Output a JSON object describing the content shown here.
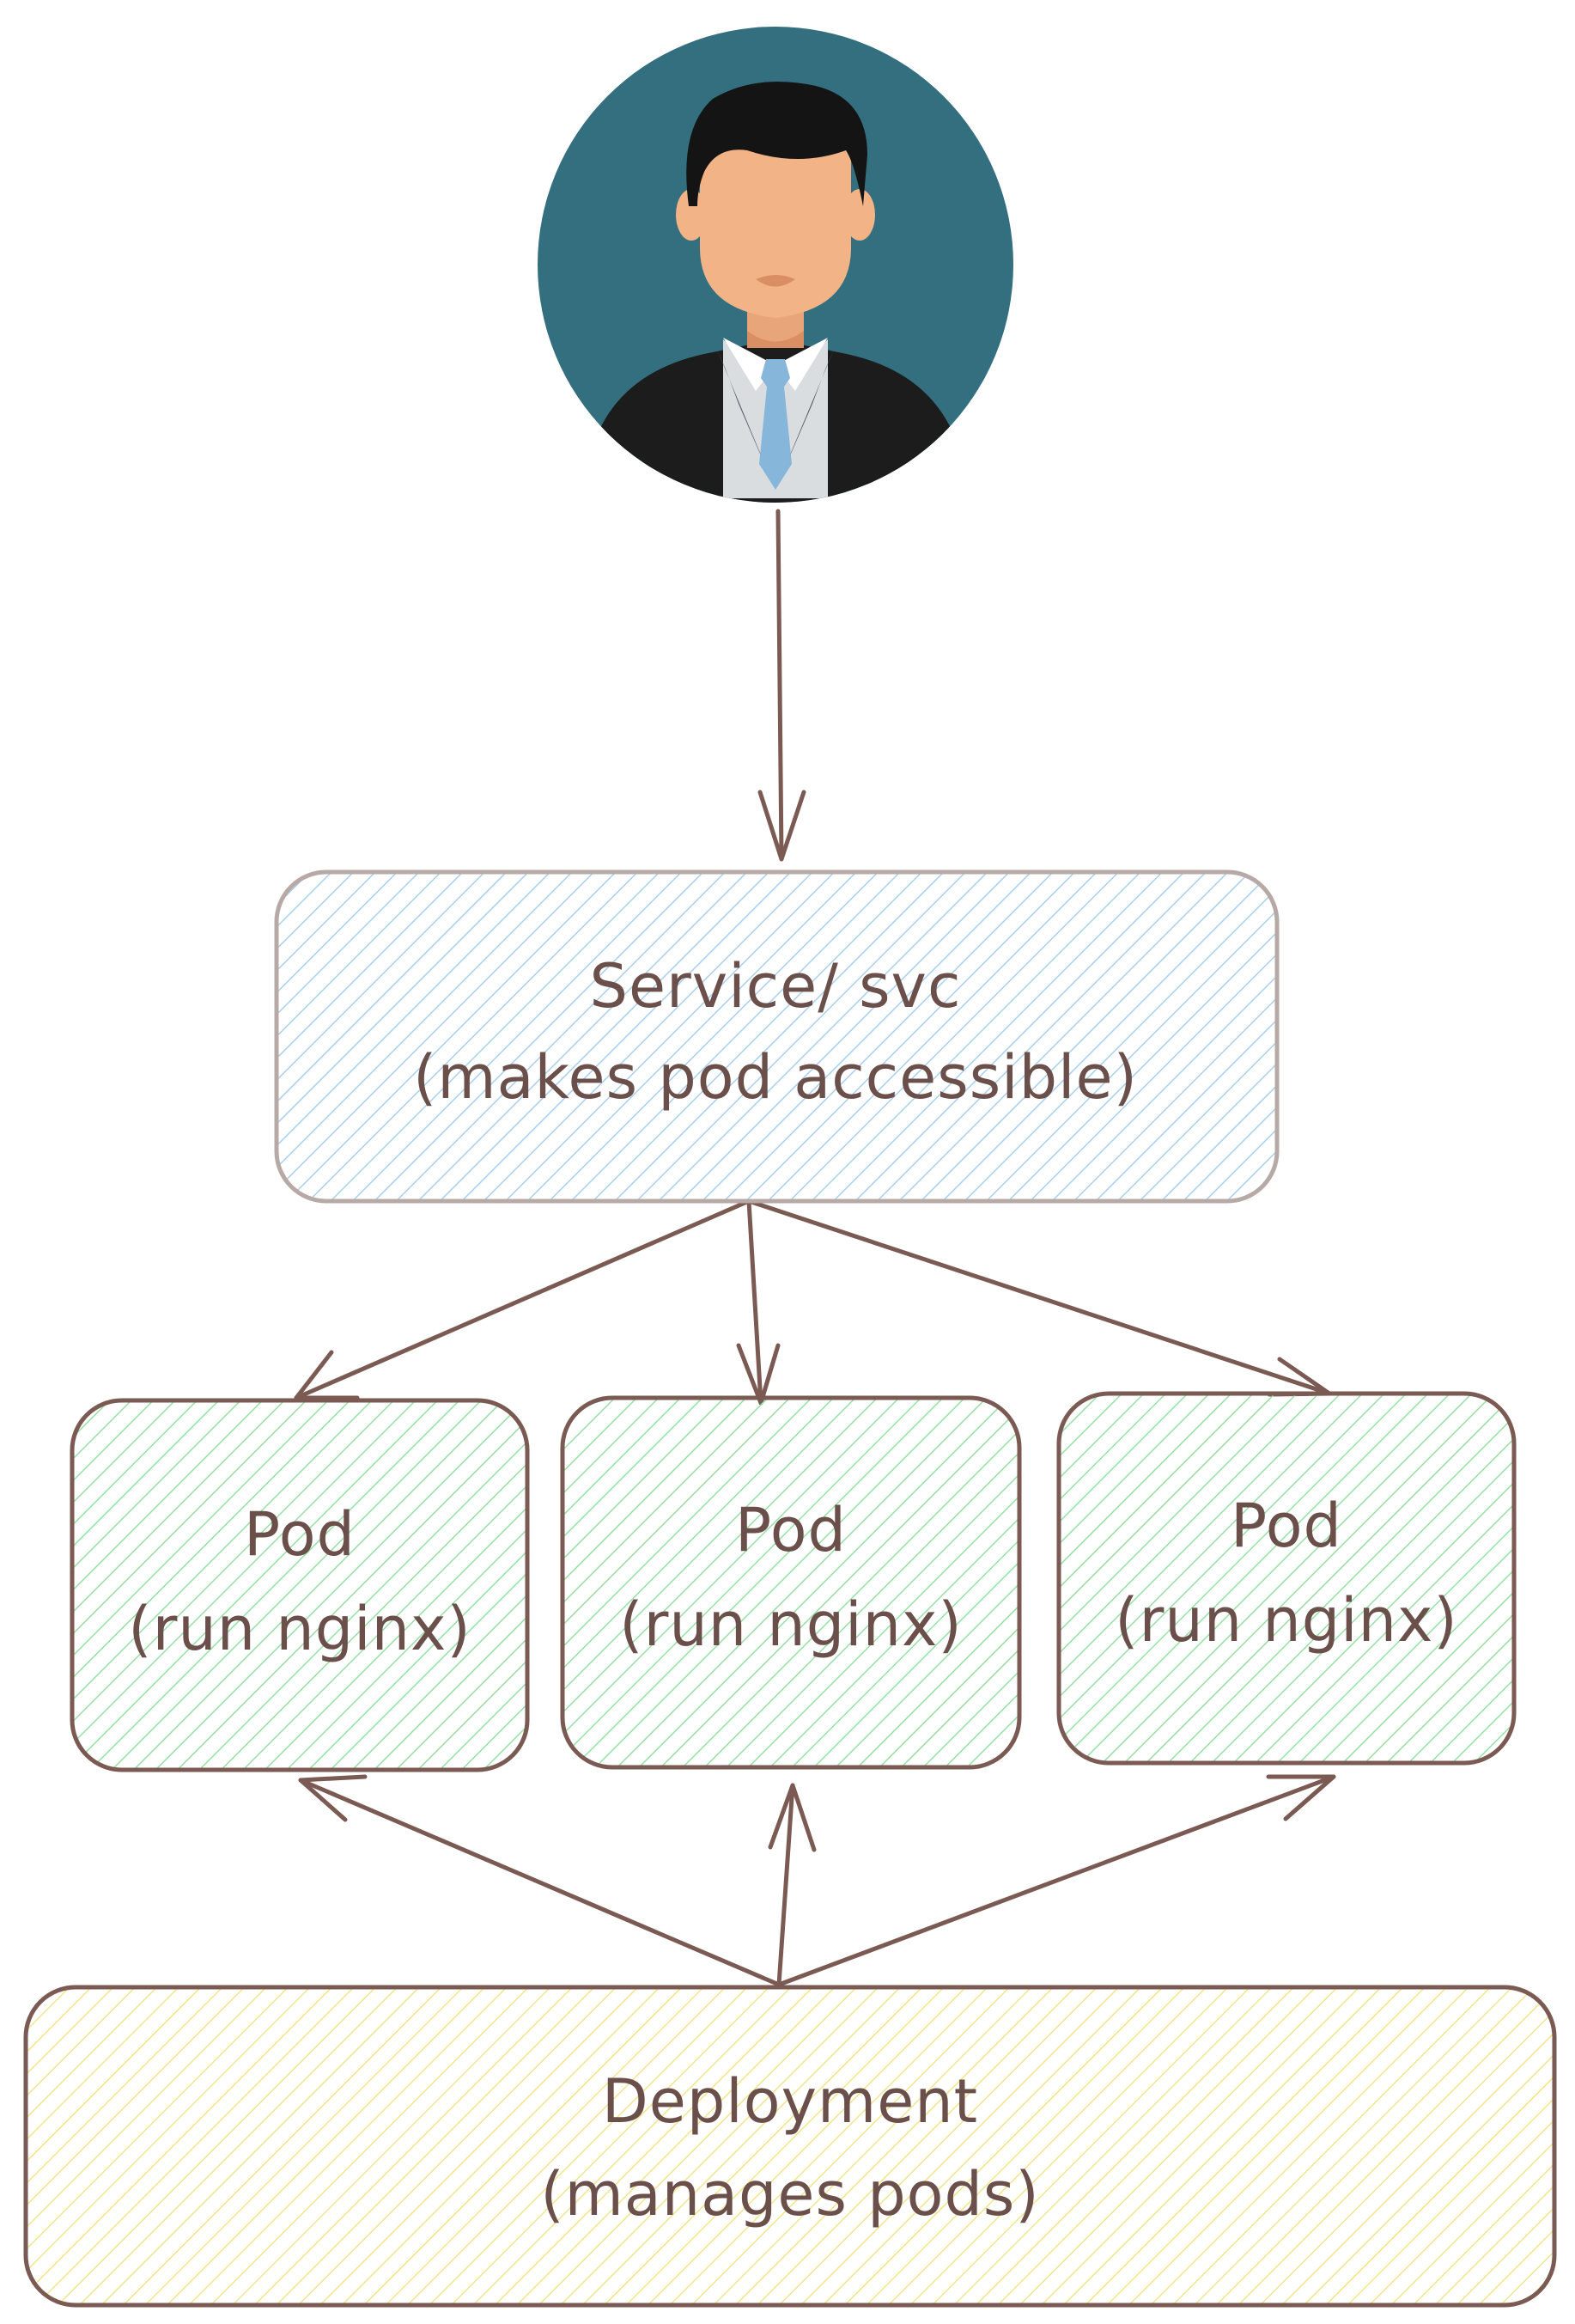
{
  "user": {
    "avatar_icon": "person-icon",
    "background_color": "#336f7f"
  },
  "nodes": {
    "service": {
      "line1": "Service/ svc",
      "line2": "(makes pod accessible)",
      "fill_color": "#a9cfee",
      "border_color": "#b7aaa6"
    },
    "pod1": {
      "line1": "Pod",
      "line2": "(run nginx)",
      "fill_color": "#95e0a4",
      "border_color": "#7a5a52"
    },
    "pod2": {
      "line1": "Pod",
      "line2": "(run nginx)",
      "fill_color": "#95e0a4",
      "border_color": "#7a5a52"
    },
    "pod3": {
      "line1": "Pod",
      "line2": "(run nginx)",
      "fill_color": "#95e0a4",
      "border_color": "#7a5a52"
    },
    "deployment": {
      "line1": "Deployment",
      "line2": "(manages pods)",
      "fill_color": "#f2e58a",
      "border_color": "#7a5a52"
    }
  },
  "edges": [
    {
      "from": "user",
      "to": "service"
    },
    {
      "from": "service",
      "to": "pod1"
    },
    {
      "from": "service",
      "to": "pod2"
    },
    {
      "from": "service",
      "to": "pod3"
    },
    {
      "from": "deployment",
      "to": "pod1"
    },
    {
      "from": "deployment",
      "to": "pod2"
    },
    {
      "from": "deployment",
      "to": "pod3"
    }
  ]
}
